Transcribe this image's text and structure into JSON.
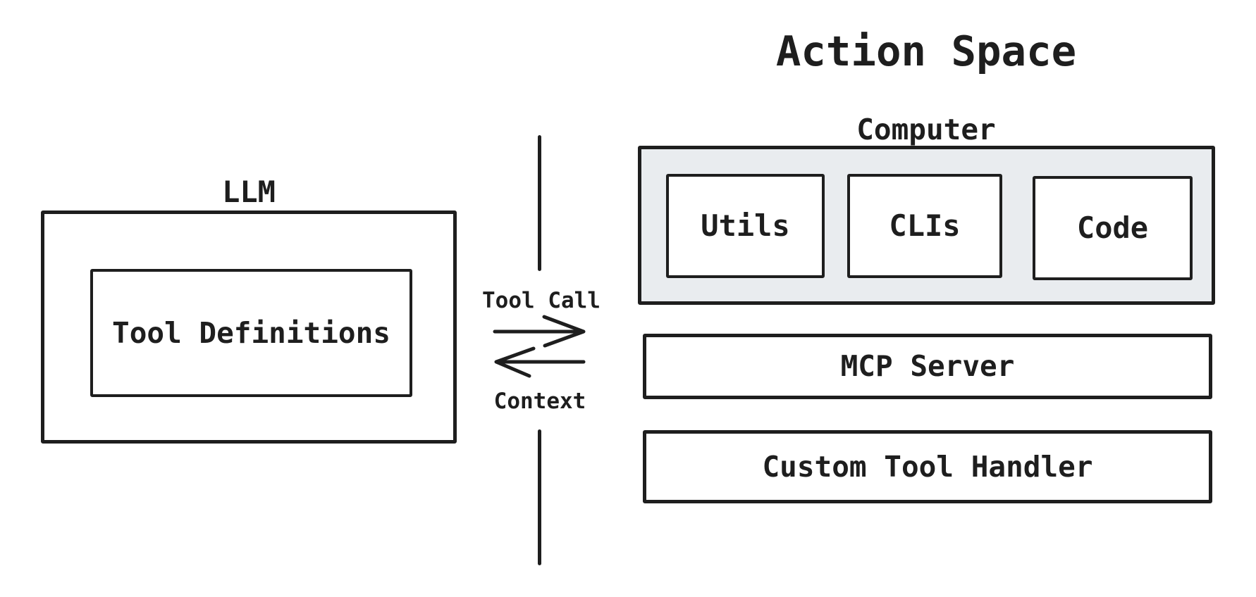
{
  "diagram": {
    "llm": {
      "label": "LLM",
      "tool_definitions_label": "Tool Definitions"
    },
    "exchange": {
      "tool_call_label": "Tool Call",
      "context_label": "Context"
    },
    "action_space": {
      "title": "Action Space",
      "computer": {
        "label": "Computer",
        "chips": [
          "Utils",
          "CLIs",
          "Code"
        ]
      },
      "mcp_server_label": "MCP Server",
      "custom_tool_handler_label": "Custom Tool Handler"
    },
    "colors": {
      "stroke": "#1e1e1e",
      "computer_fill": "#e9ecef",
      "background": "#ffffff"
    }
  }
}
